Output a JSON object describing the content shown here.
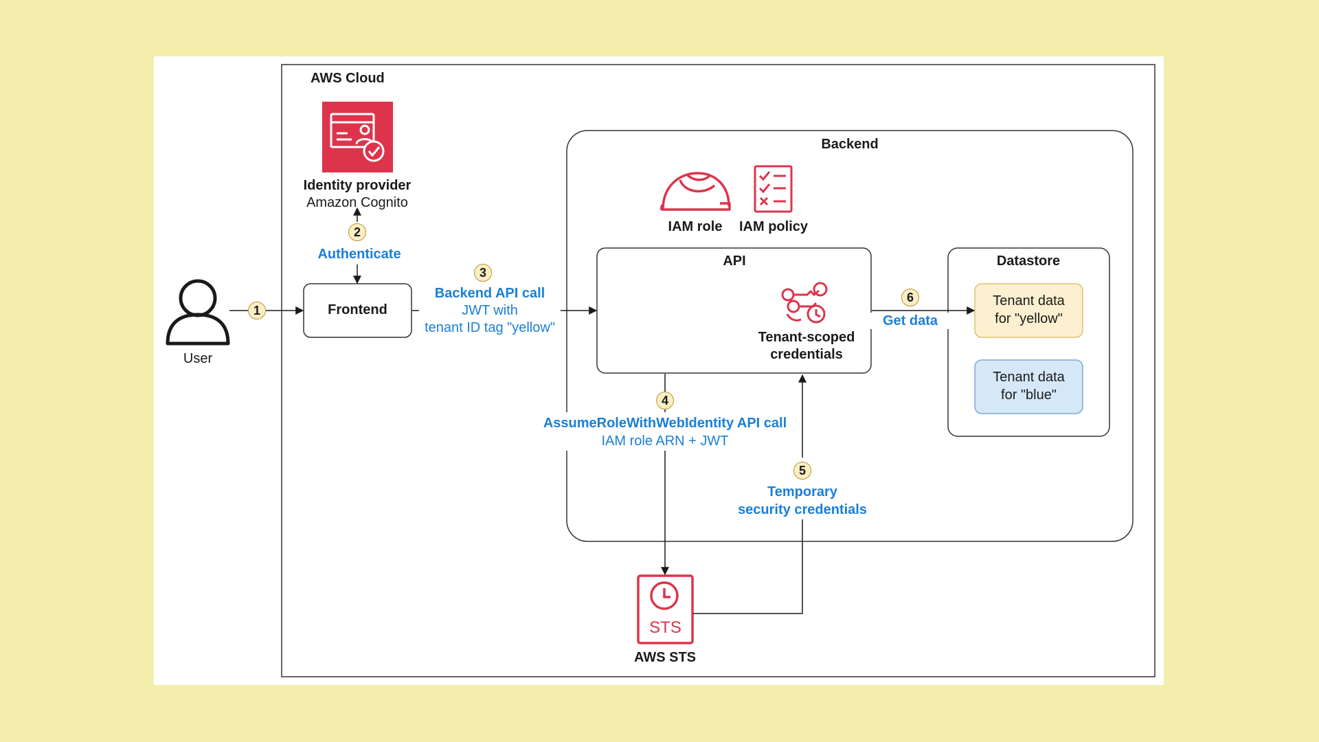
{
  "aws_cloud": {
    "label": "AWS Cloud"
  },
  "identity_provider": {
    "title": "Identity provider",
    "subtitle": "Amazon Cognito"
  },
  "user": {
    "label": "User"
  },
  "frontend": {
    "label": "Frontend"
  },
  "backend": {
    "label": "Backend"
  },
  "iam": {
    "role_label": "IAM role",
    "policy_label": "IAM policy"
  },
  "api": {
    "label": "API",
    "credentials_label_line1": "Tenant-scoped",
    "credentials_label_line2": "credentials"
  },
  "datastore": {
    "label": "Datastore",
    "tenants": [
      {
        "line1": "Tenant data",
        "line2": "for \"yellow\""
      },
      {
        "line1": "Tenant data",
        "line2": "for \"blue\""
      }
    ]
  },
  "sts": {
    "label": "AWS STS",
    "icon_text": "STS"
  },
  "steps": {
    "s1": {
      "num": "1"
    },
    "s2": {
      "num": "2",
      "label": "Authenticate"
    },
    "s3": {
      "num": "3",
      "label": "Backend API call",
      "line2": "JWT with",
      "line3": "tenant ID tag \"yellow\""
    },
    "s4": {
      "num": "4",
      "label": "AssumeRoleWithWebIdentity API call",
      "line2": "IAM role ARN + JWT"
    },
    "s5": {
      "num": "5",
      "label_line1": "Temporary",
      "label_line2": "security credentials"
    },
    "s6": {
      "num": "6",
      "label": "Get data"
    }
  },
  "colors": {
    "background": "#f3eeab",
    "aws_red": "#dd344c",
    "step_blue": "#1a7fd6",
    "yellow_tenant_fill": "#fdf0d1",
    "yellow_tenant_border": "#e0c070",
    "blue_tenant_fill": "#d6e7f8",
    "blue_tenant_border": "#7ea9d6"
  }
}
